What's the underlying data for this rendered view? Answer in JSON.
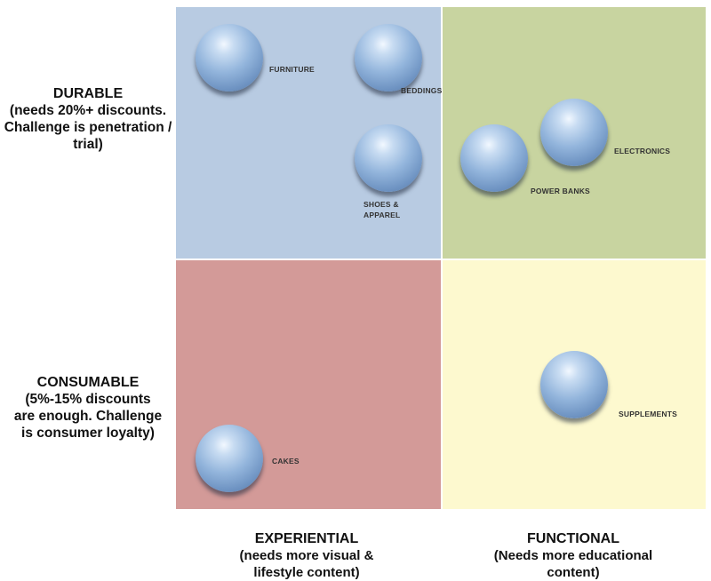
{
  "y_axis": {
    "top": {
      "heading": "DURABLE",
      "lines": [
        "(needs 20%+ discounts.",
        "Challenge is penetration /",
        "trial)"
      ]
    },
    "bottom": {
      "heading": "CONSUMABLE",
      "lines": [
        "(5%-15% discounts",
        "are enough. Challenge",
        "is consumer loyalty)"
      ]
    }
  },
  "x_axis": {
    "left": {
      "heading": "EXPERIENTIAL",
      "lines": [
        "(needs more visual &",
        "lifestyle content)"
      ]
    },
    "right": {
      "heading": "FUNCTIONAL",
      "lines": [
        "(Needs more educational",
        "content)"
      ]
    }
  },
  "quadrant_colors": {
    "durable_experiential": "#b8cbe2",
    "durable_functional": "#c8d4a0",
    "consumable_experiential": "#d39a98",
    "consumable_functional": "#fdf9cf"
  },
  "items": [
    {
      "lines": [
        "FURNITURE"
      ]
    },
    {
      "lines": [
        "BEDDINGS"
      ]
    },
    {
      "lines": [
        "SHOES &",
        "APPAREL"
      ]
    },
    {
      "lines": [
        "POWER BANKS"
      ]
    },
    {
      "lines": [
        "ELECTRONICS"
      ]
    },
    {
      "lines": [
        "SUPPLEMENTS"
      ]
    },
    {
      "lines": [
        "CAKES"
      ]
    }
  ]
}
